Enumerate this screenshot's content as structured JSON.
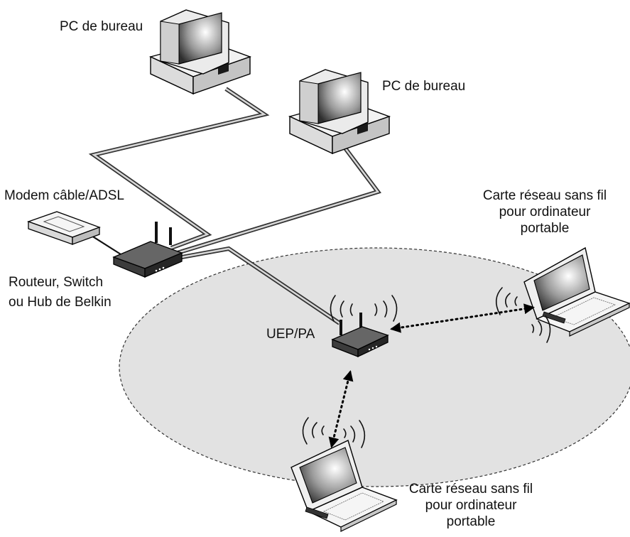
{
  "labels": {
    "pc_top": "PC de bureau",
    "pc_right": "PC de bureau",
    "modem": "Modem câble/ADSL",
    "router_line1": "Routeur, Switch",
    "router_line2": "ou Hub de Belkin",
    "ap": "UEP/PA",
    "card_right_line1": "Carte réseau sans fil",
    "card_right_line2": "pour ordinateur",
    "card_right_line3": "portable",
    "card_bottom_line1": "Carte réseau sans fil",
    "card_bottom_line2": "pour ordinateur",
    "card_bottom_line3": "portable"
  },
  "colors": {
    "wlan_zone": "#e2e2e2",
    "cable": "#707070",
    "device_dark": "#4a4a4a",
    "device_light": "#f2f2f2"
  }
}
